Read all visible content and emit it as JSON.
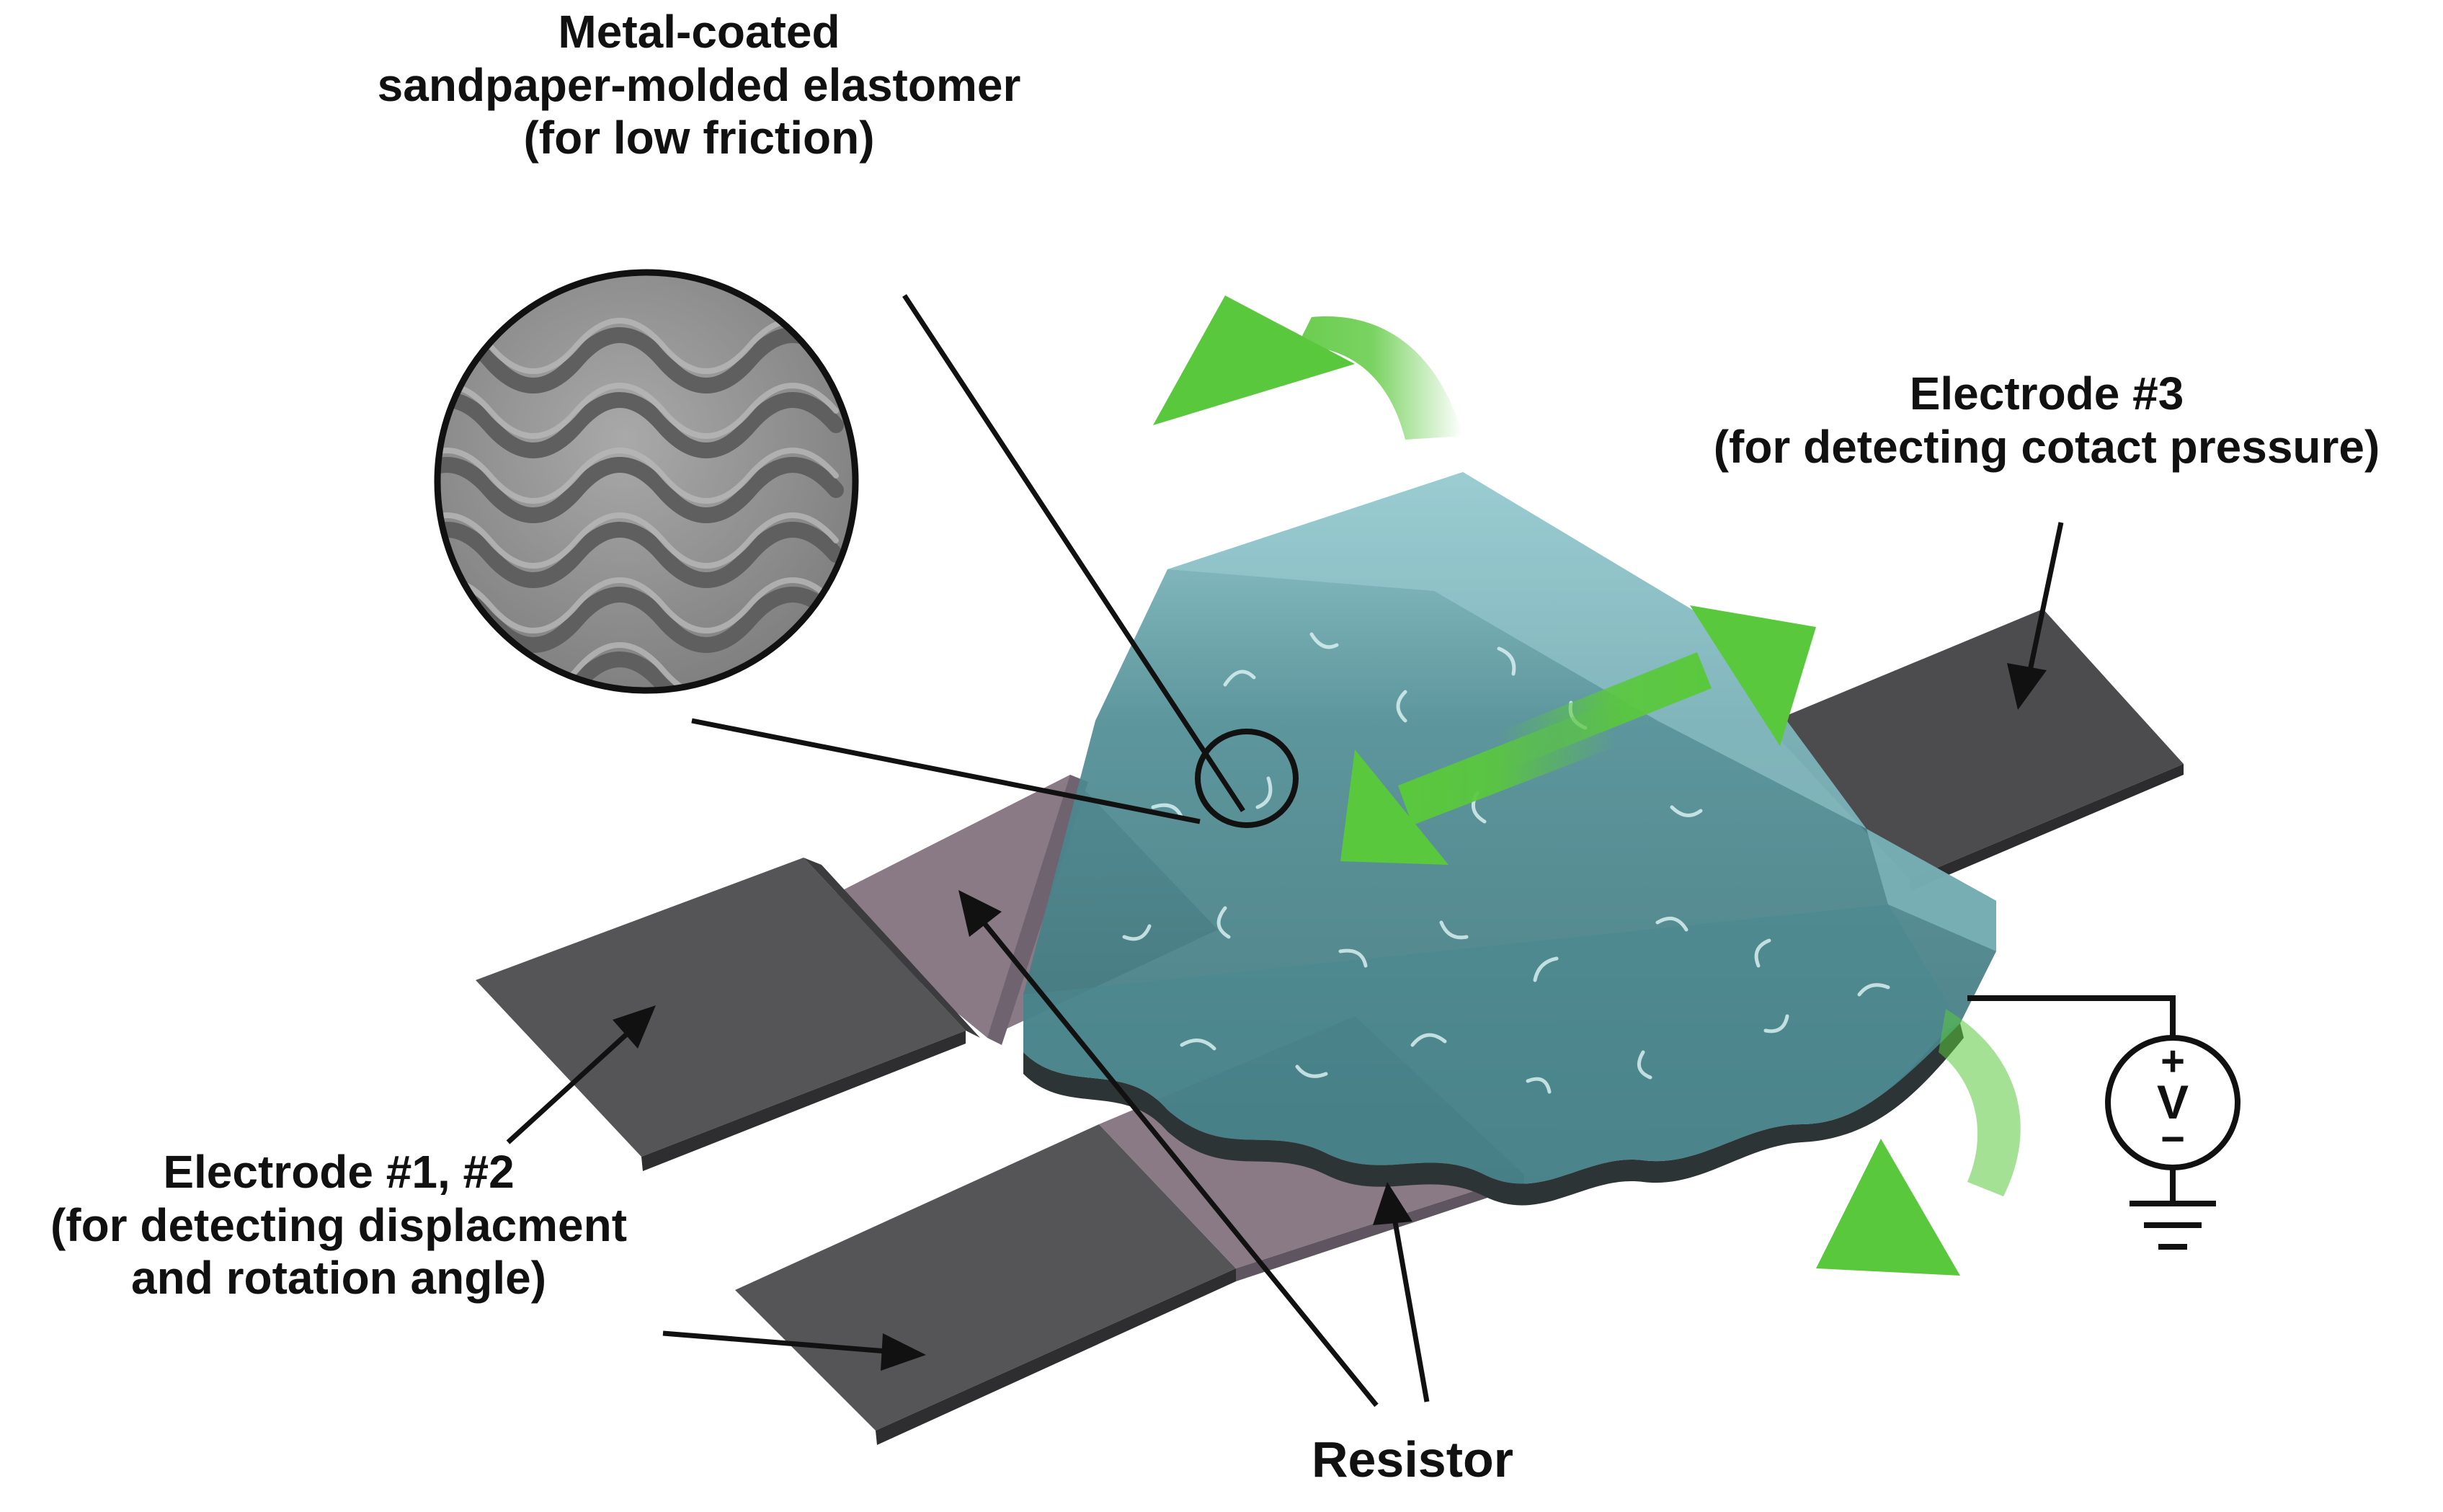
{
  "labels": {
    "coating": {
      "line1": "Metal-coated",
      "line2": "sandpaper-molded elastomer",
      "line3": "(for low friction)"
    },
    "electrode3": {
      "line1": "Electrode #3",
      "line2": "(for detecting cotact pressure)"
    },
    "electrode12": {
      "line1": "Electrode #1, #2",
      "line2": "(for detecting displacment",
      "line3": "and rotation angle)"
    },
    "resistor": "Resistor",
    "voltage_source": {
      "plus": "+",
      "symbol": "V",
      "minus": "−"
    }
  },
  "colors": {
    "electrode": "#555557",
    "electrode_edge": "#2f2f31",
    "resistor": "#8a7a85",
    "resistor_edge": "#5f5560",
    "elastomer": "#3f7d84",
    "elastomer_light": "#7bb8bf",
    "arrow": "#5ac83c",
    "texture": "#8a8a8a",
    "text": "#111111"
  }
}
